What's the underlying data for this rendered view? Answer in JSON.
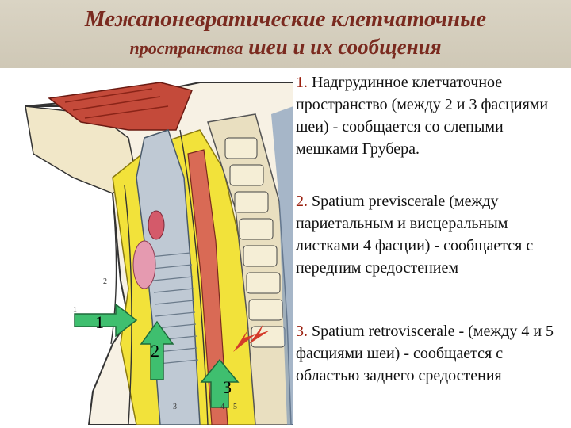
{
  "slide": {
    "title_line1": "Межапоневратические клетчаточные",
    "title_line2_small": "пространства",
    "title_line2_big": " шеи и их сообщения"
  },
  "items": [
    {
      "number": "1.",
      "text": " Надгрудинное клетчаточное пространство (между 2 и 3 фасциями шеи) - сообщается со слепыми мешками Грубера."
    },
    {
      "number": "2.",
      "text": " Spatium previscerale (между париетальным и висцеральным листками 4 фасции) - сообщается с передним средостением"
    },
    {
      "number": "3.",
      "text": " Spatium retroviscerale - (между 4 и 5 фасциями шеи) - сообщается с областью заднего средостения"
    }
  ],
  "figure": {
    "callouts": [
      "1",
      "2",
      "3"
    ],
    "small_labels": [
      "1",
      "2",
      "3",
      "4",
      "5"
    ]
  },
  "colors": {
    "title_text": "#7a2a1f",
    "number_text": "#9a1f0e",
    "arrow_green": "#3fbf6f",
    "tissue_yellow": "#f2e23a",
    "muscle_red": "#c44a3a",
    "spine_blue": "#6f8fb5"
  }
}
